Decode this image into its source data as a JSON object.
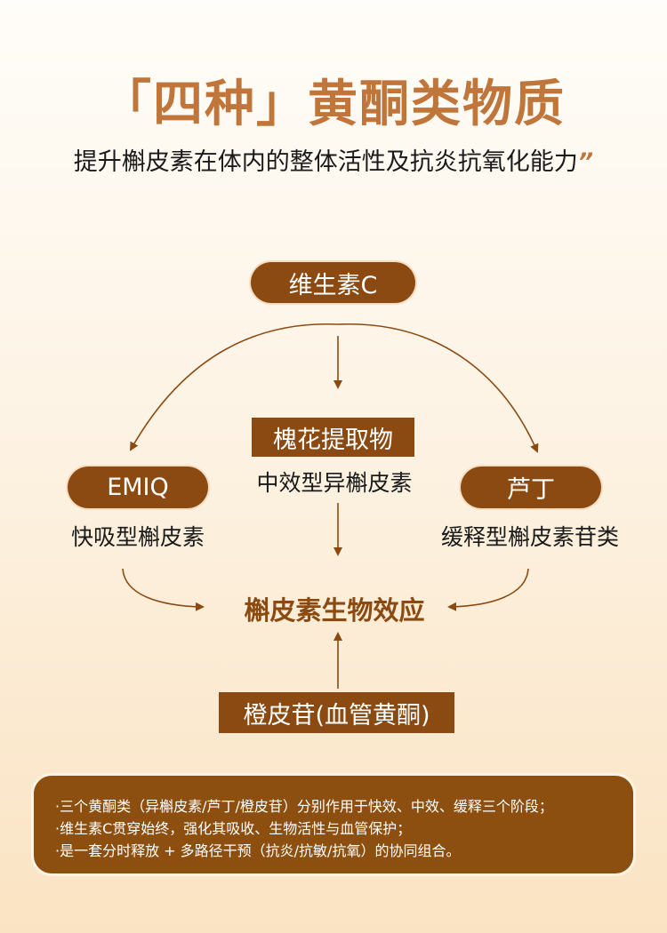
{
  "header": {
    "title": "「四种」黄酮类物质",
    "subtitle": "提升槲皮素在体内的整体活性及抗炎抗氧化能力",
    "quote_mark": "”"
  },
  "diagram": {
    "top": "维生素C",
    "center_box": "槐花提取物",
    "center_label": "中效型异槲皮素",
    "left_pill": "EMIQ",
    "left_label": "快吸型槲皮素",
    "right_pill": "芦丁",
    "right_label": "缓释型槲皮素苷类",
    "target": "槲皮素生物效应",
    "bottom": "橙皮苷(血管黄酮)"
  },
  "notes": [
    "·三个黄酮类（异槲皮素/芦丁/橙皮苷）分别作用于快效、中效、缓释三个阶段；",
    "·维生素C贯穿始终，强化其吸收、生物活性与血管保护；",
    "·是一套分时释放 + 多路径干预（抗炎/抗敏/抗氧）的协同组合。"
  ],
  "colors": {
    "accent": "#c0763a",
    "brown": "#8b4a12"
  }
}
